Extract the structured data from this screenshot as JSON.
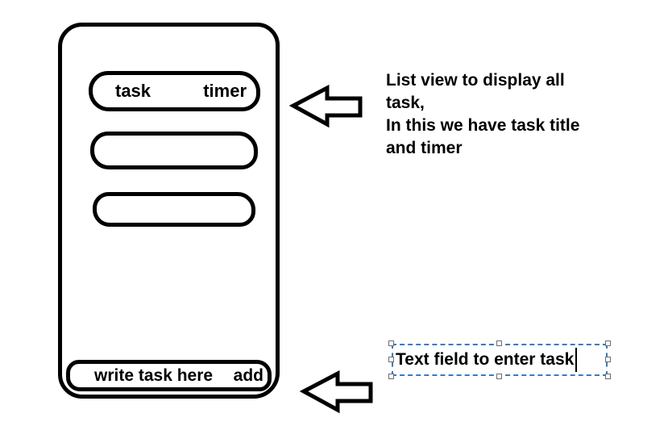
{
  "colors": {
    "background": "#ffffff",
    "ink": "#000000",
    "selection_blue": "#3a7bbf",
    "handle_border": "#6e6e6e"
  },
  "phone": {
    "header_row": {
      "task_label": "task",
      "timer_label": "timer"
    },
    "input_bar": {
      "placeholder": "write task here",
      "add_label": "add"
    }
  },
  "annotations": {
    "list_note": "List view to display all\ntask,\nIn this we have task title\nand timer",
    "input_note": "Text field to enter task"
  }
}
